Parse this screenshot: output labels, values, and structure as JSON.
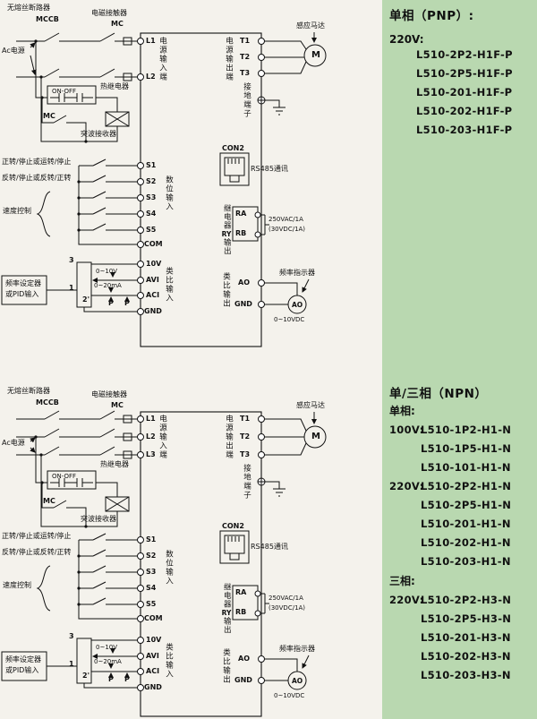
{
  "page": {
    "colors": {
      "sidebar_bg": "#b9d8b0",
      "panel_bg": "#f4f2ec",
      "line": "#111111"
    }
  },
  "sidebar": {
    "pnp": {
      "title": "单相（PNP）:",
      "voltage_label": "220V:",
      "models": [
        "L510-2P2-H1F-P",
        "L510-2P5-H1F-P",
        "L510-201-H1F-P",
        "L510-202-H1F-P",
        "L510-203-H1F-P"
      ]
    },
    "npn": {
      "title": "单/三相（NPN）",
      "single_phase_label": "单相:",
      "rows_single": [
        {
          "prefix": "100V:",
          "model": "L510-1P2-H1-N"
        },
        {
          "prefix": "",
          "model": "L510-1P5-H1-N"
        },
        {
          "prefix": "",
          "model": "L510-101-H1-N"
        },
        {
          "prefix": "220V:",
          "model": "L510-2P2-H1-N"
        },
        {
          "prefix": "",
          "model": "L510-2P5-H1-N"
        },
        {
          "prefix": "",
          "model": "L510-201-H1-N"
        },
        {
          "prefix": "",
          "model": "L510-202-H1-N"
        },
        {
          "prefix": "",
          "model": "L510-203-H1-N"
        }
      ],
      "three_phase_label": "三相:",
      "rows_three": [
        {
          "prefix": "220V:",
          "model": "L510-2P2-H3-N"
        },
        {
          "prefix": "",
          "model": "L510-2P5-H3-N"
        },
        {
          "prefix": "",
          "model": "L510-201-H3-N"
        },
        {
          "prefix": "",
          "model": "L510-202-H3-N"
        },
        {
          "prefix": "",
          "model": "L510-203-H3-N"
        }
      ]
    }
  },
  "d1": {
    "breaker": "无熔丝断路器",
    "mccb": "MCCB",
    "contactor": "电磁接触器",
    "mc": "MC",
    "ac_power": "Ac电源",
    "thermal": "热继电器",
    "onoff": "ON-OFF",
    "mc_coil": "MC",
    "surge": "突波接收器",
    "l1": "L1",
    "l2": "L2",
    "power_in": "电源输入端",
    "t1": "T1",
    "t2": "T2",
    "t3": "T3",
    "power_out": "电源输出端",
    "motor_label": "感应马达",
    "motor": "M",
    "ground": "接地端子",
    "s1": "S1",
    "s2": "S2",
    "s3": "S3",
    "s4": "S4",
    "s5": "S5",
    "com": "COM",
    "digital_in": "数位输入",
    "fwd": "正转/停止或运转/停止",
    "rev": "反转/停止或反转/正转",
    "speed": "速度控制",
    "con2": "CON2",
    "rs485": "RS485通讯",
    "relay1": "继电器",
    "relay2": "RY",
    "relay3": "输出",
    "ra": "RA",
    "rb": "RB",
    "spec1": "250VAC/1A",
    "spec2": "(30VDC/1A)",
    "v10": "10V",
    "avi": "AVI",
    "aci": "ACI",
    "gnd": "GND",
    "analog_in": "类比输入",
    "pot3": "3",
    "pot1": "1",
    "pot2": "2'",
    "r1": "0~10V",
    "r2": "0~20mA",
    "p1": "P",
    "p2": "P",
    "freq1": "频率设定器",
    "freq2": "或PID输入",
    "analog_out": "类比输出",
    "ao": "AO",
    "gnd2": "GND",
    "freq_ind": "频率指示器",
    "meter": "AO",
    "vdc": "0~10VDC"
  },
  "d2": {
    "breaker": "无熔丝断路器",
    "mccb": "MCCB",
    "contactor": "电磁接触器",
    "mc": "MC",
    "ac_power": "Ac电源",
    "thermal": "热继电器",
    "onoff": "ON-OFF",
    "mc_coil": "MC",
    "surge": "突波接收器",
    "l1": "L1",
    "l2": "L2",
    "l3": "L3",
    "power_in": "电源输入端",
    "t1": "T1",
    "t2": "T2",
    "t3": "T3",
    "power_out": "电源输出端",
    "motor_label": "感应马达",
    "motor": "M",
    "ground": "接地端子",
    "s1": "S1",
    "s2": "S2",
    "s3": "S3",
    "s4": "S4",
    "s5": "S5",
    "com": "COM",
    "digital_in": "数位输入",
    "fwd": "正转/停止或运转/停止",
    "rev": "反转/停止或反转/正转",
    "speed": "速度控制",
    "con2": "CON2",
    "rs485": "RS485通讯",
    "relay1": "继电器",
    "relay2": "RY",
    "relay3": "输出",
    "ra": "RA",
    "rb": "RB",
    "spec1": "250VAC/1A",
    "spec2": "(30VDC/1A)",
    "v10": "10V",
    "avi": "AVI",
    "aci": "ACI",
    "gnd": "GND",
    "analog_in": "类比输入",
    "pot3": "3",
    "pot1": "1",
    "pot2": "2'",
    "r1": "0~10V",
    "r2": "0~20mA",
    "p1": "P",
    "p2": "P",
    "freq1": "频率设定器",
    "freq2": "或PID输入",
    "analog_out": "类比输出",
    "ao": "AO",
    "gnd2": "GND",
    "freq_ind": "频率指示器",
    "meter": "AO",
    "vdc": "0~10VDC"
  }
}
